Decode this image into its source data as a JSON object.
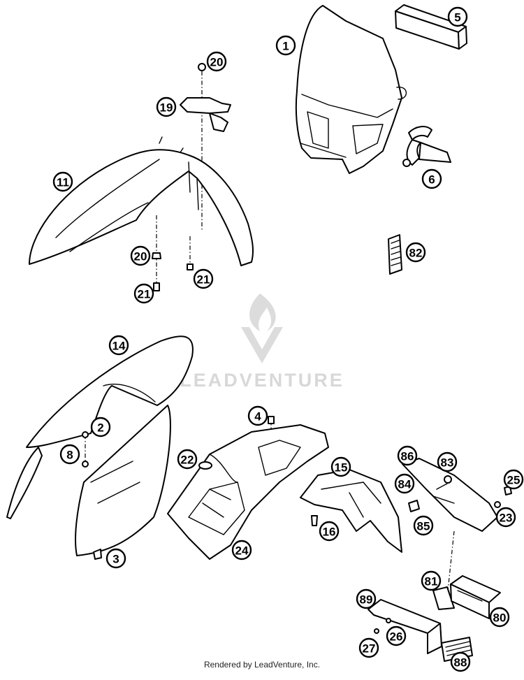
{
  "watermark": {
    "text": "LEADVENTURE"
  },
  "footer": {
    "text": "Rendered by LeadVenture, Inc."
  },
  "callouts": [
    "1",
    "5",
    "20",
    "19",
    "6",
    "11",
    "82",
    "20",
    "21",
    "21",
    "14",
    "2",
    "8",
    "4",
    "22",
    "86",
    "83",
    "25",
    "15",
    "84",
    "23",
    "85",
    "16",
    "24",
    "3",
    "81",
    "89",
    "80",
    "27",
    "26",
    "88"
  ]
}
